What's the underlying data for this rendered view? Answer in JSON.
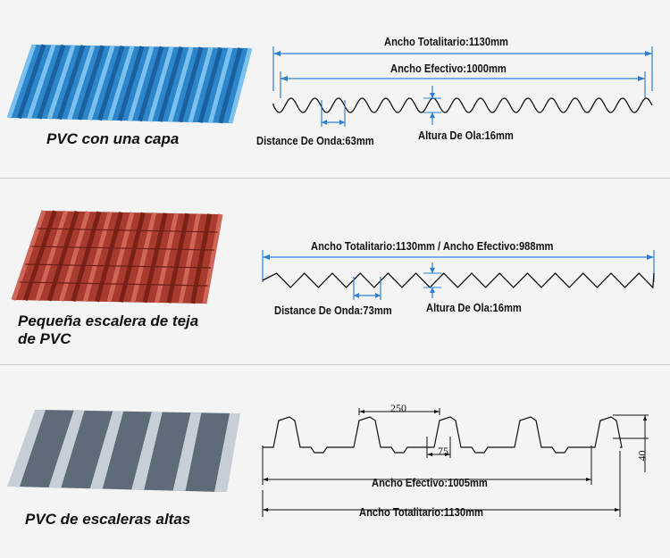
{
  "panels": [
    {
      "product_name": "PVC con una capa",
      "total_width": "Ancho Totalitario:1130mm",
      "effective_width": "Ancho Efectivo:1000mm",
      "wave_distance": "Distance De Onda:63mm",
      "wave_height": "Altura De Ola:16mm",
      "sheet_color": "#2c86c9"
    },
    {
      "product_name_line1": "Pequeña escalera de teja",
      "product_name_line2": "de PVC",
      "total_effective": "Ancho Totalitario:1130mm /  Ancho Efectivo:988mm",
      "wave_distance": "Distance De Onda:73mm",
      "wave_height": "Altura De Ola:16mm",
      "sheet_color": "#a83a2e"
    },
    {
      "product_name": "PVC de escaleras altas",
      "pitch": "250",
      "crest_width": "75",
      "height": "40",
      "effective_width": "Ancho Efectivo:1005mm",
      "total_width": "Ancho Totalitario:1130mm",
      "sheet_color": "#5f6b78"
    }
  ]
}
